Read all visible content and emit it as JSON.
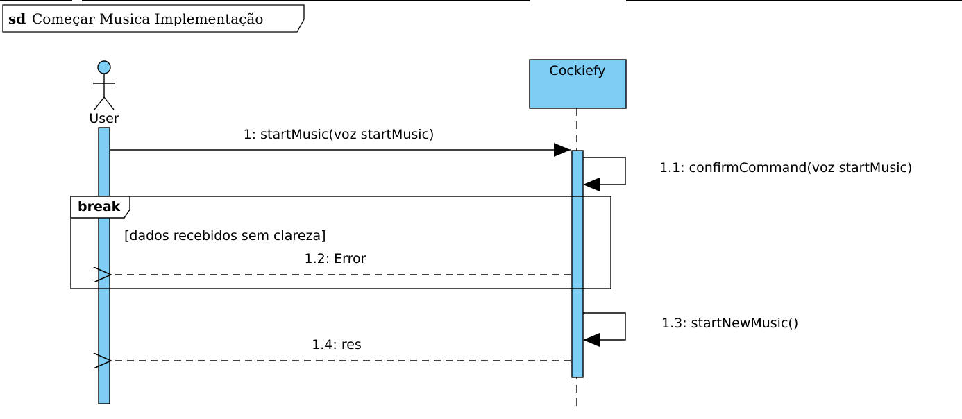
{
  "frame": {
    "keyword": "sd",
    "title": "Começar Musica Implementação"
  },
  "lifelines": [
    {
      "id": "user",
      "label": "User",
      "kind": "actor"
    },
    {
      "id": "cockiefy",
      "label": "Cockiefy",
      "kind": "object"
    }
  ],
  "messages": [
    {
      "label": "1: startMusic(voz startMusic)",
      "from": "user",
      "to": "cockiefy",
      "style": "sync"
    },
    {
      "label": "1.1: confirmCommand(voz startMusic)",
      "from": "cockiefy",
      "to": "cockiefy",
      "style": "self"
    },
    {
      "label": "1.2: Error",
      "from": "cockiefy",
      "to": "user",
      "style": "reply"
    },
    {
      "label": "1.3: startNewMusic()",
      "from": "cockiefy",
      "to": "cockiefy",
      "style": "self"
    },
    {
      "label": "1.4: res",
      "from": "cockiefy",
      "to": "user",
      "style": "reply"
    }
  ],
  "fragments": [
    {
      "operator": "break",
      "guard": "[dados recebidos sem clareza]"
    }
  ],
  "colors": {
    "fill": "#7dcdf5",
    "line": "#000000",
    "background": "#ffffff"
  }
}
